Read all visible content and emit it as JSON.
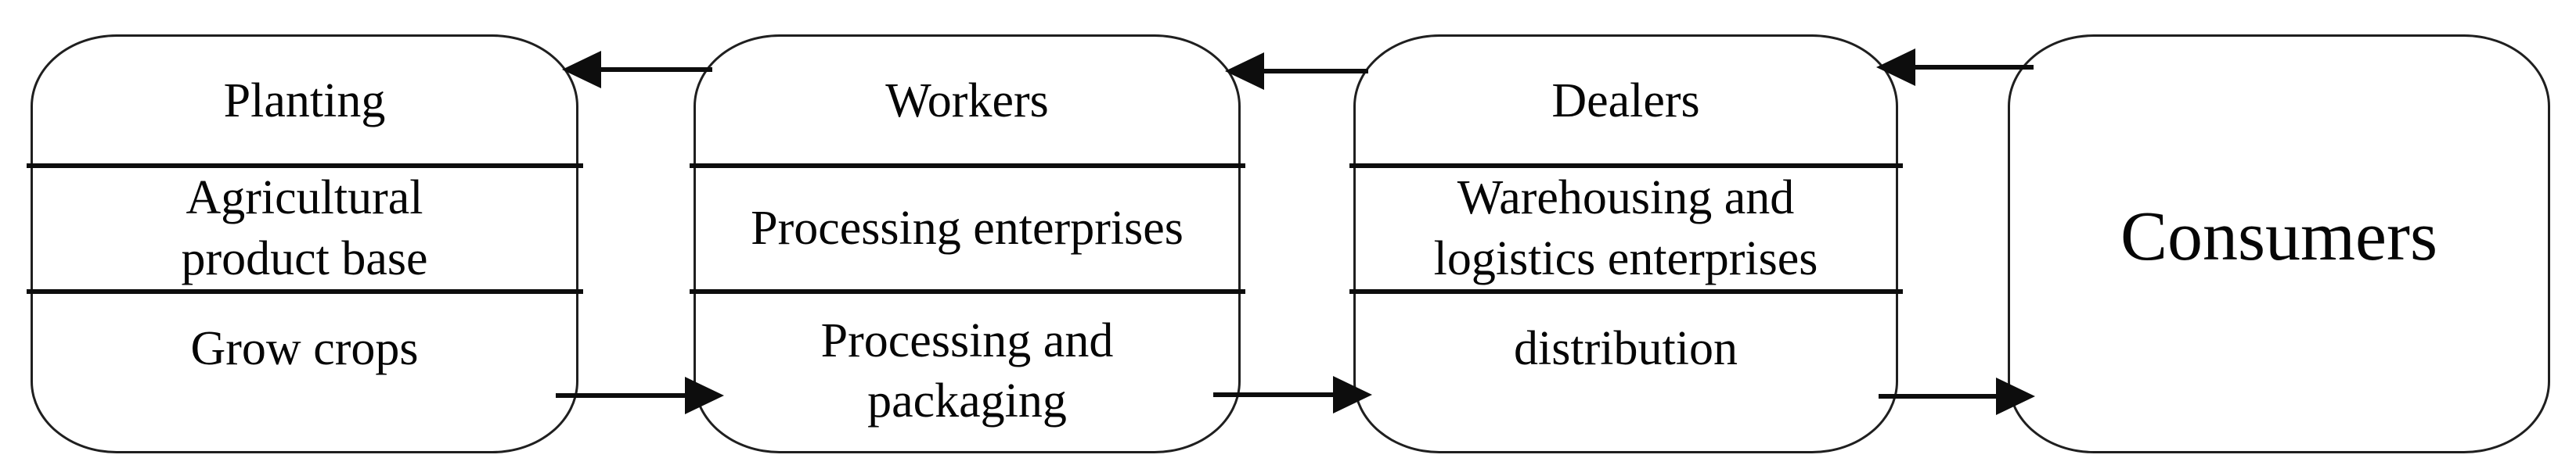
{
  "diagram": {
    "type": "flow",
    "colors": {
      "line": "#0d0d0d",
      "background": "#ffffff",
      "text": "#060606"
    },
    "arrows": {
      "top_row_direction": "left",
      "bottom_row_direction": "right"
    }
  },
  "boxes": [
    {
      "id": "planting",
      "rows": [
        "Planting",
        "Agricultural\nproduct base",
        "Grow crops"
      ]
    },
    {
      "id": "workers",
      "rows": [
        "Workers",
        "Processing enterprises",
        "Processing and\npackaging"
      ]
    },
    {
      "id": "dealers",
      "rows": [
        "Dealers",
        "Warehousing and\nlogistics enterprises",
        "distribution"
      ]
    },
    {
      "id": "consumers",
      "rows": [
        "Consumers"
      ]
    }
  ]
}
